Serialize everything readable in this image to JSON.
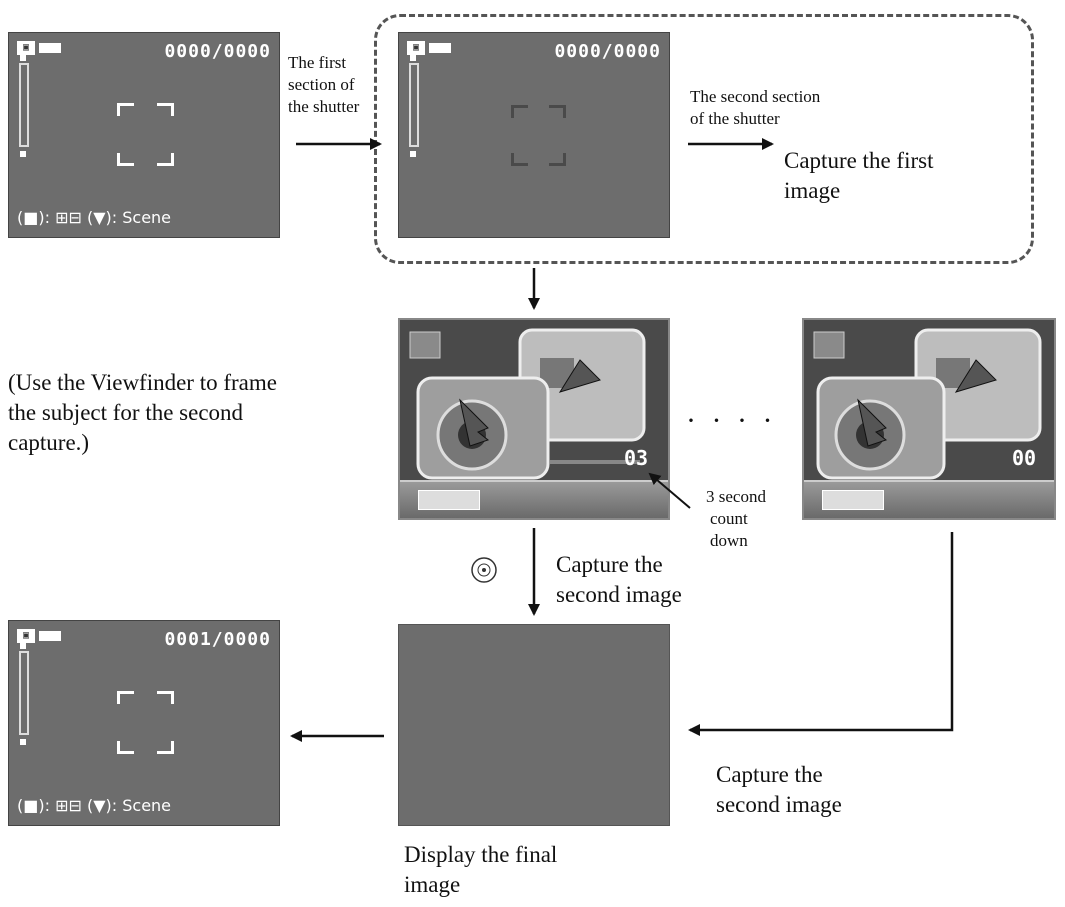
{
  "screens": {
    "counter_initial": "0000/0000",
    "counter_final": "0001/0000",
    "bottom_hint": "(■): ⊞⊟  (▼): Scene",
    "countdown_start": "03",
    "countdown_end": "00"
  },
  "labels": {
    "first_section": [
      "The first",
      "section of",
      "the shutter"
    ],
    "second_section": [
      "The second section",
      "of the shutter"
    ],
    "capture_first": [
      "Capture the first",
      "image"
    ],
    "viewfinder_note": [
      "(Use the Viewfinder to frame",
      "the subject for the second",
      "capture.)"
    ],
    "countdown": [
      "3 second",
      "count",
      "down"
    ],
    "capture_second_a": [
      "Capture the",
      "second image"
    ],
    "capture_second_b": [
      "Capture the",
      "second image"
    ],
    "display_final": [
      "Display the final",
      "image"
    ],
    "ellipsis": "· · · ·"
  },
  "colors": {
    "screen_gray": "#6d6d6d",
    "dashed_border": "#555555"
  }
}
